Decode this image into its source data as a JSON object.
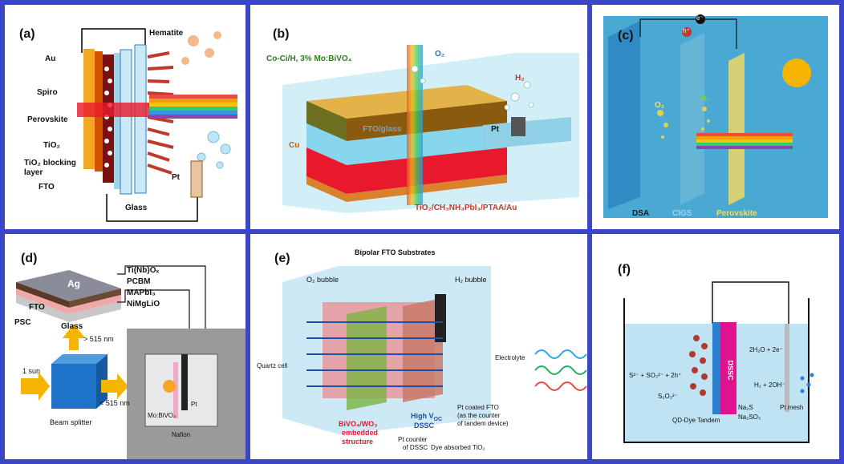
{
  "panels": {
    "a": {
      "label": "(a)",
      "texts": [
        "Au",
        "Spiro",
        "Perovskite",
        "TiO₂",
        "TiO₂ blocking",
        "layer",
        "FTO",
        "Hematite",
        "Pt",
        "Glass"
      ]
    },
    "b": {
      "label": "(b)",
      "texts": [
        "Co-Ci/H, 3% Mo:BiVO₄",
        "O₂",
        "H₂",
        "FTO/glass",
        "Pt",
        "Cu",
        "TiO₂/CH₃NH₃PbI₃/PTAA/Au"
      ]
    },
    "c": {
      "label": "(c)",
      "texts": [
        "e⁻",
        "h⁺",
        "O₂",
        "H₂",
        "DSA",
        "CIGS",
        "Perovskite"
      ]
    },
    "d": {
      "label": "(d)",
      "texts": [
        "Ag",
        "Ti(Nb)Oₓ",
        "PCBM",
        "MAPbI₃",
        "NiMgLiO",
        "FTO",
        "PSC",
        "Glass",
        "> 515 nm",
        "1 sun",
        "< 515 nm",
        "Beam splitter",
        "Mo:BiVO₄",
        "Pt",
        "Nafion"
      ]
    },
    "e": {
      "label": "(e)",
      "texts": [
        "Bipolar FTO Substrates",
        "O₂ bubble",
        "H₂ bubble",
        "Quartz cell",
        "Electrolyte",
        "BiVO₄/WO₃",
        "embedded",
        "structure",
        "High V",
        "OC",
        "DSSC",
        "Pt counter",
        "of DSSC",
        "Pt coated FTO",
        "(as the counter",
        "of tandem device)",
        "Dye absorbed TiO₂"
      ]
    },
    "f": {
      "label": "(f)",
      "texts": [
        "DSSC",
        "S²⁻ + SO₃²⁻ + 2h⁺",
        "S₂O₃²⁻",
        "2H₂O + 2e⁻",
        "H₂ + 2OH⁻",
        "Na₂S",
        "Na₂SO₃",
        "Pt mesh",
        "QD-Dye Tandem"
      ]
    }
  },
  "colors": {
    "border": "#3b45c9",
    "water": "#bfe3f3",
    "dssc": "#e0138f",
    "hematite": "#c0392b"
  }
}
